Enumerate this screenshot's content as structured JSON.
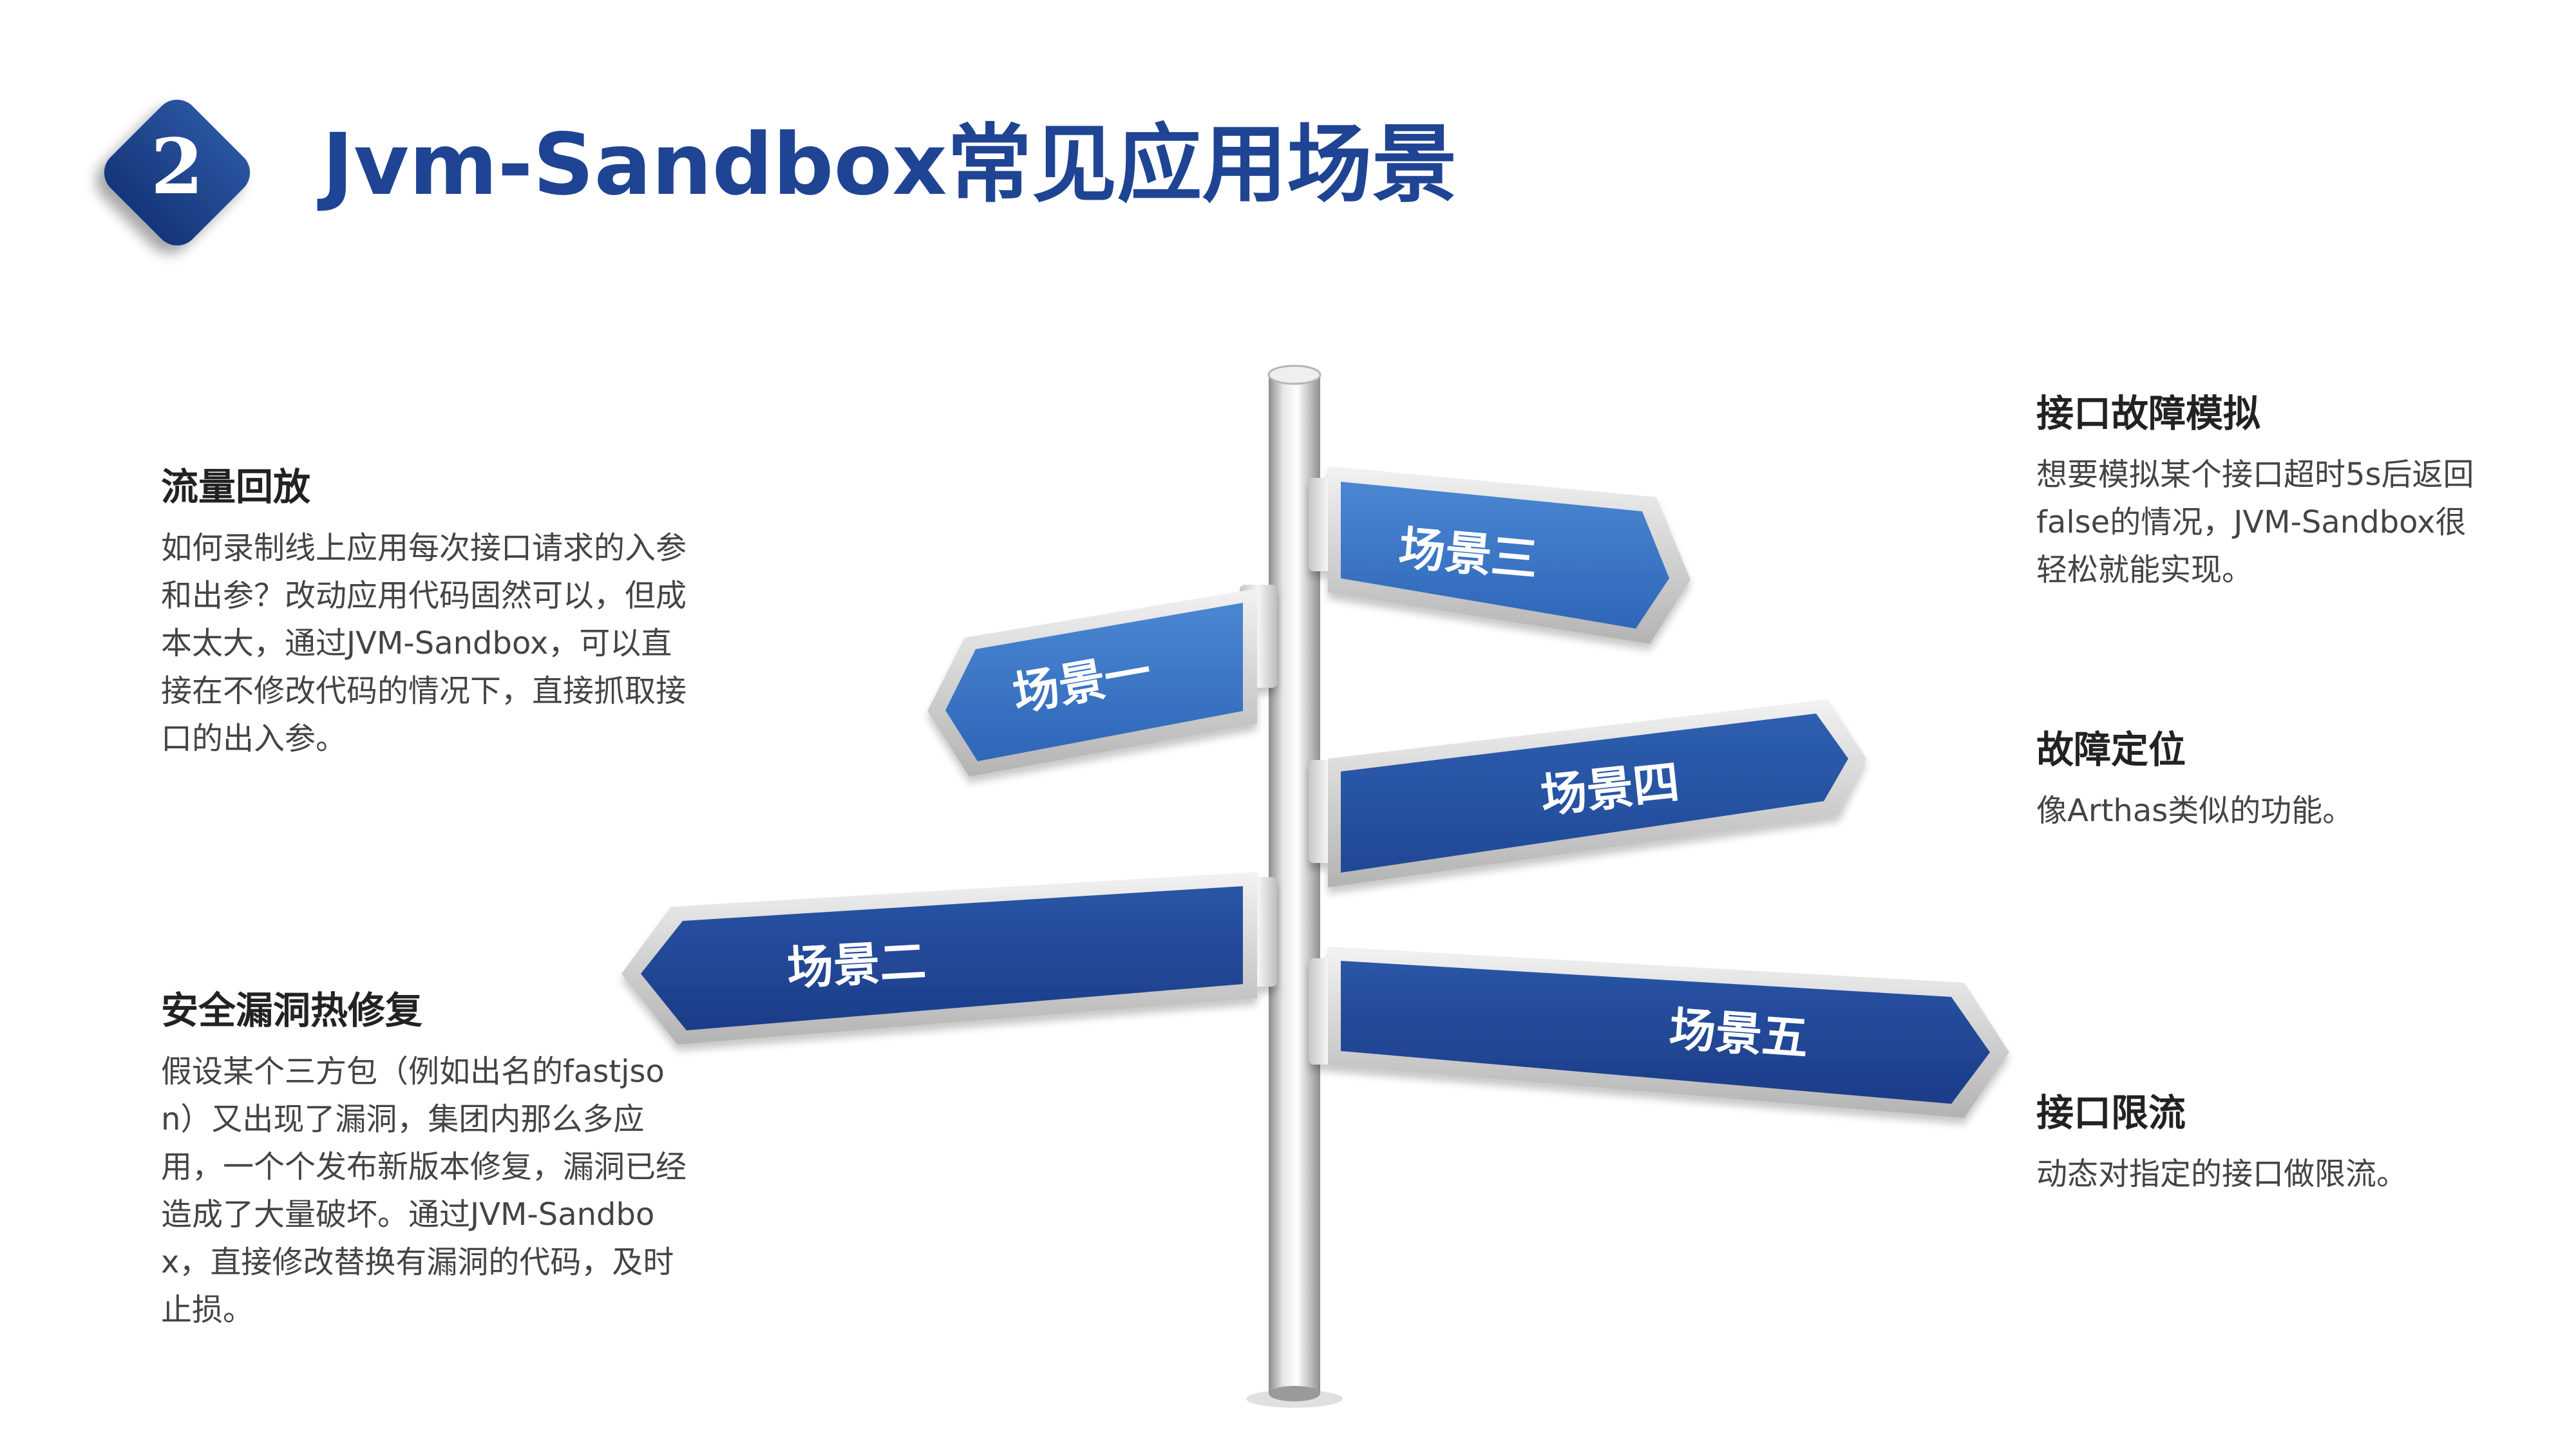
{
  "header": {
    "badge_number": "2",
    "title": "Jvm-Sandbox常见应用场景"
  },
  "signs": [
    {
      "label": "场景一"
    },
    {
      "label": "场景二"
    },
    {
      "label": "场景三"
    },
    {
      "label": "场景四"
    },
    {
      "label": "场景五"
    }
  ],
  "left_blocks": [
    {
      "heading": "流量回放",
      "text": "如何录制线上应用每次接口请求的入参和出参？改动应用代码固然可以，但成本太大，通过JVM-Sandbox，可以直接在不修改代码的情况下，直接抓取接口的出入参。"
    },
    {
      "heading": "安全漏洞热修复",
      "text": "假设某个三方包（例如出名的fastjson）又出现了漏洞，集团内那么多应用，一个个发布新版本修复，漏洞已经造成了大量破坏。通过JVM-Sandbox，直接修改替换有漏洞的代码，及时止损。"
    }
  ],
  "right_blocks": [
    {
      "heading": "接口故障模拟",
      "text": "想要模拟某个接口超时5s后返回false的情况，JVM-Sandbox很轻松就能实现。"
    },
    {
      "heading": "故障定位",
      "text": "像Arthas类似的功能。"
    },
    {
      "heading": "接口限流",
      "text": "动态对指定的接口做限流。"
    }
  ],
  "colors": {
    "title_blue": "#1f4494",
    "sign_dark": "#1f3f8f",
    "sign_light": "#4a87d2",
    "pole_silver": "#d9d9d9"
  }
}
